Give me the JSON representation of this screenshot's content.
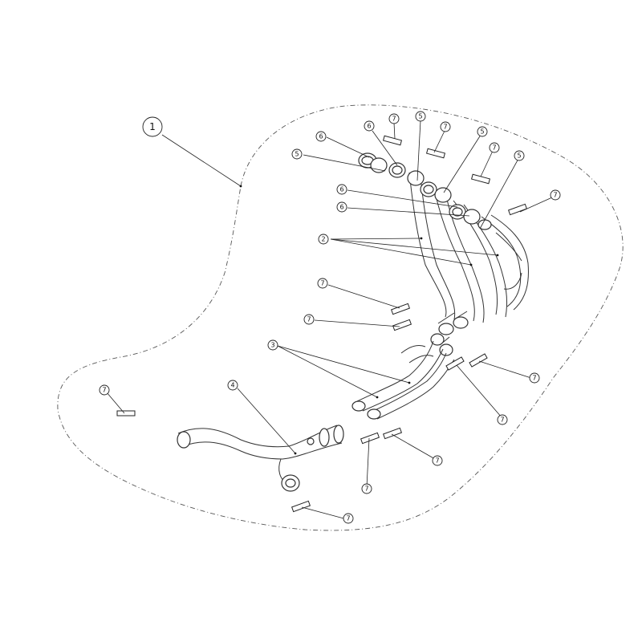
{
  "diagram": {
    "parts": [
      {
        "id": "p1",
        "label": "1"
      },
      {
        "id": "p2",
        "label": "2"
      },
      {
        "id": "p3",
        "label": "3"
      },
      {
        "id": "p4",
        "label": "4"
      },
      {
        "id": "p5",
        "label": "5"
      },
      {
        "id": "p6",
        "label": "6"
      },
      {
        "id": "p7",
        "label": "7"
      }
    ]
  }
}
